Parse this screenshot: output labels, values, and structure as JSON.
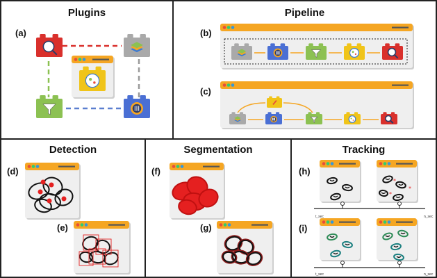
{
  "panels": {
    "plugins": {
      "title": "Plugins",
      "label": "(a)"
    },
    "pipeline": {
      "title": "Pipeline",
      "label_b": "(b)",
      "label_c": "(c)"
    },
    "detection": {
      "title": "Detection",
      "label_d": "(d)",
      "label_e": "(e)"
    },
    "segmentation": {
      "title": "Segmentation",
      "label_f": "(f)",
      "label_g": "(g)"
    },
    "tracking": {
      "title": "Tracking",
      "label_h": "(h)",
      "label_i": "(i)",
      "axis_start": "t_sec",
      "axis_end": "n_sec"
    }
  },
  "colors": {
    "window_bar": "#f5a623",
    "window_body": "#efefef",
    "brick_red": "#d9302c",
    "brick_gray": "#a9a9a9",
    "brick_green": "#8cc152",
    "brick_blue": "#4a6fd4",
    "brick_yellow": "#f0c419",
    "dot_red": "#e74c3c",
    "dot_green": "#2ecc71",
    "dot_blue": "#3498db",
    "dash_red": "#d9302c",
    "dash_gray": "#9a9a9a",
    "dash_green": "#8cc152",
    "dash_blue": "#5b7fcf",
    "arrow_orange": "#f5a623",
    "seg_fill": "#e52020",
    "track_green": "#2e8b57",
    "track_teal": "#1a7f7f"
  },
  "icons": [
    "magnifier-icon",
    "layers-icon",
    "filter-icon",
    "spectrum-icon",
    "cell-icon",
    "pen-icon"
  ]
}
